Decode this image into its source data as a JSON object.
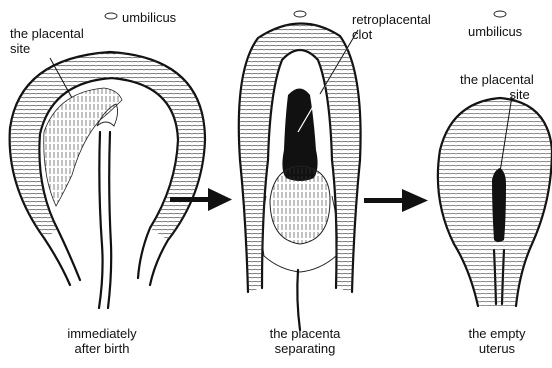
{
  "labels": {
    "umbilicus_1": "umbilicus",
    "placental_site_1_line1": "the placental",
    "placental_site_1_line2": "site",
    "retroplacental_line1": "retroplacental",
    "retroplacental_line2": "clot",
    "umbilicus_3": "umbilicus",
    "placental_site_3_line1": "the placental",
    "placental_site_3_line2": "site"
  },
  "captions": {
    "stage1_line1": "immediately",
    "stage1_line2": "after birth",
    "stage2_line1": "the placenta",
    "stage2_line2": "separating",
    "stage3_line1": "the empty",
    "stage3_line2": "uterus"
  },
  "icons": [
    "umbilicus-icon",
    "arrow-right-icon"
  ]
}
